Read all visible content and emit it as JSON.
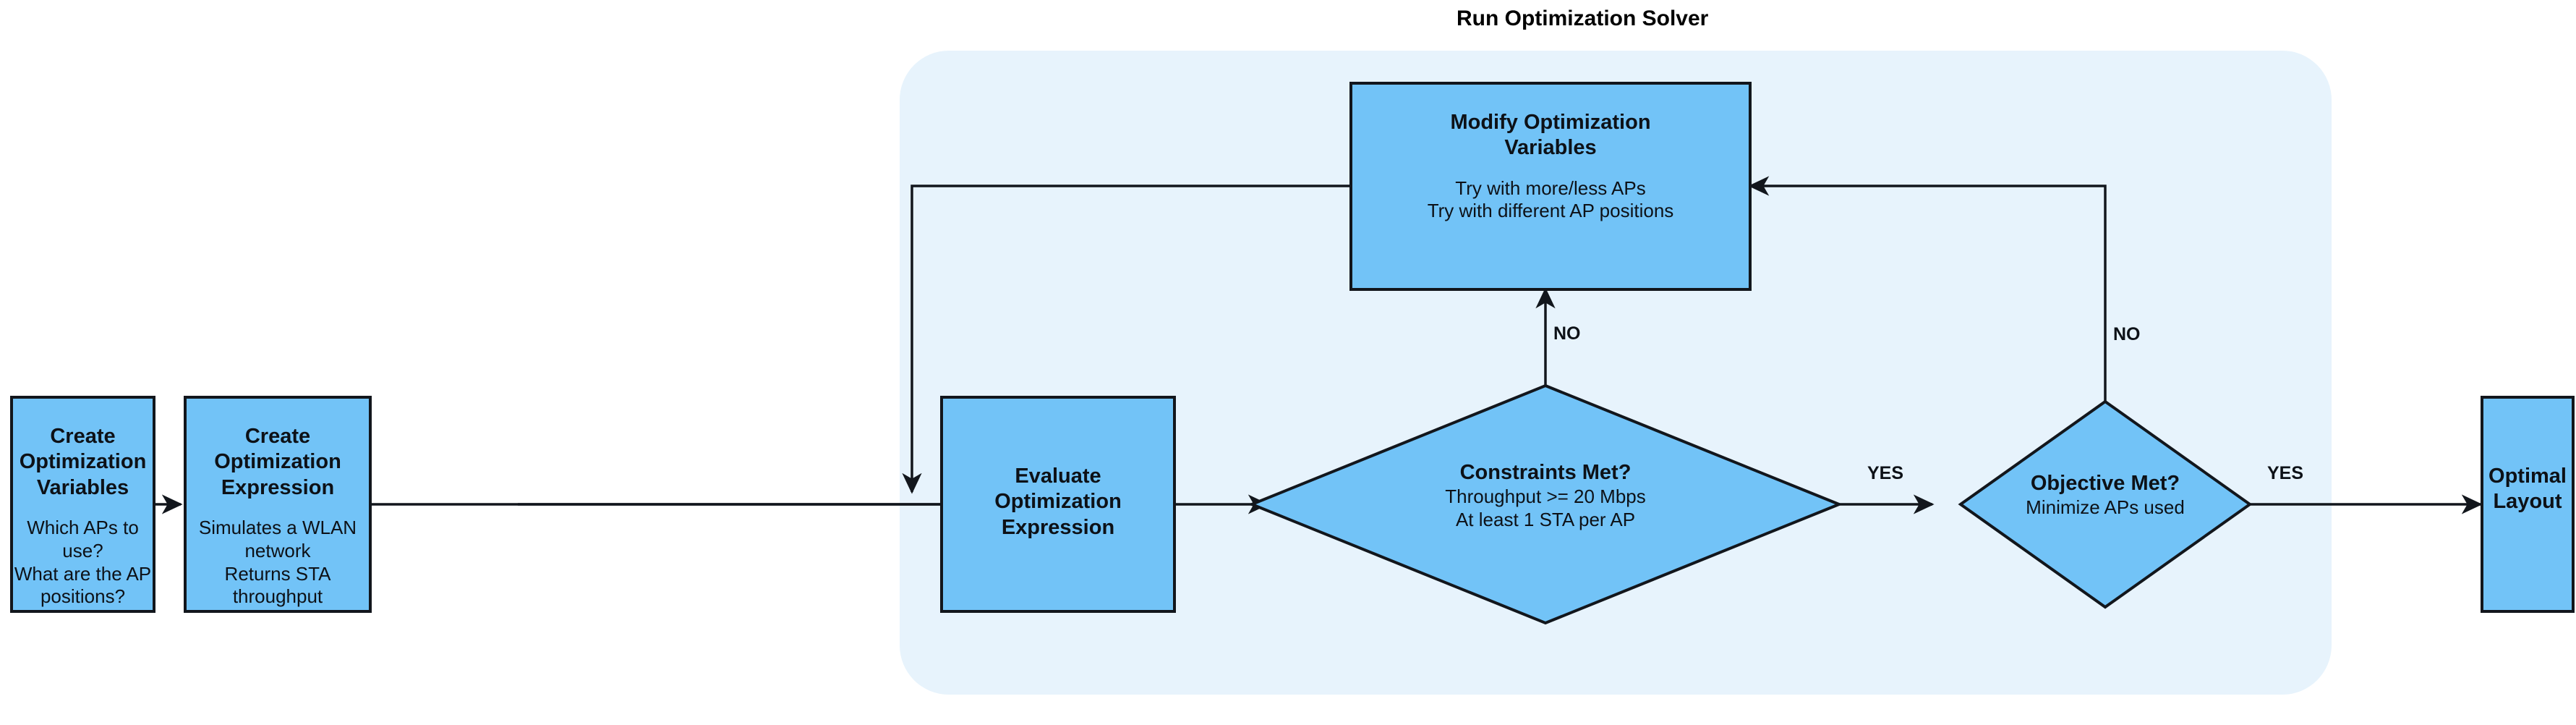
{
  "diagram": {
    "group_title": "Run Optimization Solver",
    "colors": {
      "node_fill": "#72c3f7",
      "node_stroke": "#12161c",
      "group_fill": "#e7f3fc",
      "edge_stroke": "#12161c",
      "text": "#0d1117",
      "page_background": "#ffffff"
    },
    "nodes": [
      {
        "id": "create-optimization-variables",
        "shape": "rect",
        "title": "Create Optimization\nVariables",
        "subtitle": "Which APs to use?\nWhat are the AP positions?"
      },
      {
        "id": "create-optimization-expression",
        "shape": "rect",
        "title": "Create\nOptimization Expression",
        "subtitle": "Simulates a WLAN network\nReturns STA throughput"
      },
      {
        "id": "modify-optimization-variables",
        "shape": "rect",
        "title": "Modify Optimization\nVariables",
        "subtitle": "Try with more/less APs\nTry with different AP positions"
      },
      {
        "id": "evaluate-optimization-expression",
        "shape": "rect",
        "title": "Evaluate\nOptimization\nExpression",
        "subtitle": ""
      },
      {
        "id": "constraints-met",
        "shape": "diamond",
        "title": "Constraints Met?",
        "subtitle": "Throughput >= 20 Mbps\nAt least 1 STA per AP"
      },
      {
        "id": "objective-met",
        "shape": "diamond",
        "title": "Objective Met?",
        "subtitle": "Minimize APs used"
      },
      {
        "id": "optimal-layout",
        "shape": "rect",
        "title": "Optimal\nLayout",
        "subtitle": ""
      }
    ],
    "edge_labels": [
      {
        "id": "constraints-no",
        "text": "NO"
      },
      {
        "id": "constraints-yes",
        "text": "YES"
      },
      {
        "id": "objective-no",
        "text": "NO"
      },
      {
        "id": "objective-yes",
        "text": "YES"
      }
    ]
  }
}
